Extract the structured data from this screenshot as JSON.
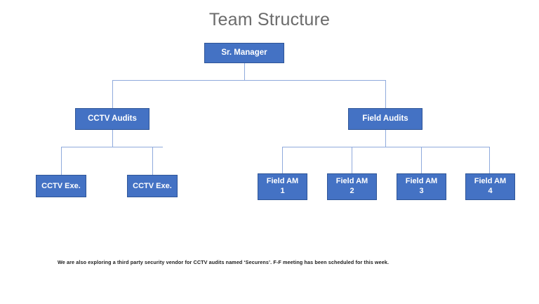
{
  "slide": {
    "title": "Team Structure",
    "background_color": "#ffffff",
    "footnote": "We are also exploring a third party security vendor for CCTV audits named ‘Securens’. F-F meeting has been scheduled for this week."
  },
  "theme": {
    "node_fill": "#4472c4",
    "node_border": "#2f5597",
    "node_text": "#ffffff",
    "connector": "#8faadc",
    "title_text": "#6b6b6b",
    "footnote_text": "#1c1c1c"
  },
  "org_chart": {
    "type": "diagram",
    "levels": 3,
    "root": {
      "label": "Sr. Manager"
    },
    "level2": [
      {
        "label": "CCTV Audits"
      },
      {
        "label": "Field Audits"
      }
    ],
    "level3_cctv": [
      {
        "label": "CCTV Exe."
      },
      {
        "label": "CCTV Exe."
      }
    ],
    "level3_field": [
      {
        "line1": "Field AM",
        "line2": "1"
      },
      {
        "line1": "Field AM",
        "line2": "2"
      },
      {
        "line1": "Field AM",
        "line2": "3"
      },
      {
        "line1": "Field AM",
        "line2": "4"
      }
    ]
  }
}
